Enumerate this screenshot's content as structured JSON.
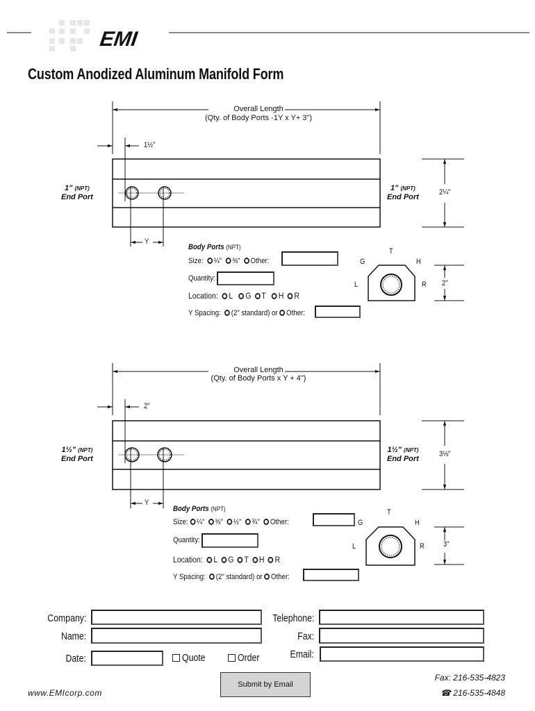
{
  "header": {
    "logo_text": "EMI",
    "title": "Custom Anodized Aluminum Manifold Form"
  },
  "section1": {
    "overall_length": "Overall Length",
    "formula": "(Qty. of Body Ports  -1Y x Y+ 3\")",
    "offset": "1½\"",
    "end_port_size": "1\"",
    "npt": "(NPT)",
    "end_port": "End Port",
    "height": "2¼\"",
    "y_label": "Y",
    "body_ports": "Body Ports",
    "body_ports_npt": "(NPT)",
    "size_label": "Size:",
    "size_options": [
      "¼\"",
      "⅜\"",
      "Other:"
    ],
    "quantity_label": "Quantity:",
    "location_label": "Location:",
    "locations": [
      "L",
      "G",
      "T",
      "H",
      "R"
    ],
    "spacing_label": "Y Spacing:",
    "spacing_standard": "(2\" standard) or",
    "spacing_other": "Other:",
    "side_height": "2\""
  },
  "section2": {
    "overall_length": "Overall Length",
    "formula": "(Qty. of Body Ports x Y + 4\")",
    "offset": "2\"",
    "end_port_size": "1½\"",
    "npt": "(NPT)",
    "end_port": "End Port",
    "height": "3⅛\"",
    "y_label": "Y",
    "body_ports": "Body Ports",
    "body_ports_npt": "(NPT)",
    "size_label": "Size:",
    "size_options": [
      "¼\"",
      "⅜\"",
      "½\"",
      "¾\"",
      "Other:"
    ],
    "quantity_label": "Quantity:",
    "location_label": "Location:",
    "locations": [
      "L",
      "G",
      "T",
      "H",
      "R"
    ],
    "spacing_label": "Y Spacing:",
    "spacing_standard": "(2\" standard)  or",
    "spacing_other": "Other:",
    "side_height": "3\""
  },
  "contact": {
    "company": "Company:",
    "name": "Name:",
    "date": "Date:",
    "quote": "Quote",
    "order": "Order",
    "telephone": "Telephone:",
    "fax": "Fax:",
    "email": "Email:",
    "submit": "Submit by Email",
    "website": "www.EMIcorp.com",
    "fax_number": "Fax: 216-535-4823",
    "phone_number": "216-535-4848"
  }
}
